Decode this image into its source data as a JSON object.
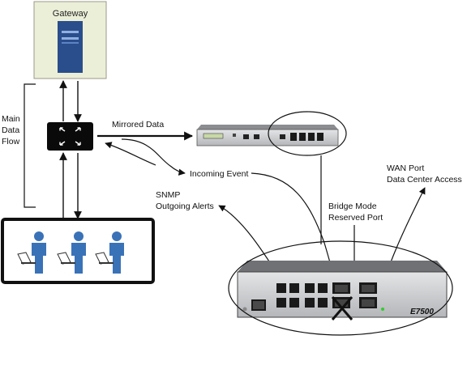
{
  "labels": {
    "gateway": "Gateway",
    "main_flow": [
      "Main",
      "Data",
      "Flow"
    ],
    "mirrored": "Mirrored Data",
    "incoming": "Incoming Event",
    "snmp": [
      "SNMP",
      "Outgoing Alerts"
    ],
    "bridge": [
      "Bridge Mode",
      "Reserved Port"
    ],
    "wan": [
      "WAN Port",
      "Data Center Access"
    ],
    "model": "E7500"
  },
  "colors": {
    "gateway_box": "#ECEFD8",
    "server_blue": "#2A4E8C",
    "person_blue": "#3A72B8",
    "line": "#111111",
    "appliance_gray": "#C9CACC"
  }
}
